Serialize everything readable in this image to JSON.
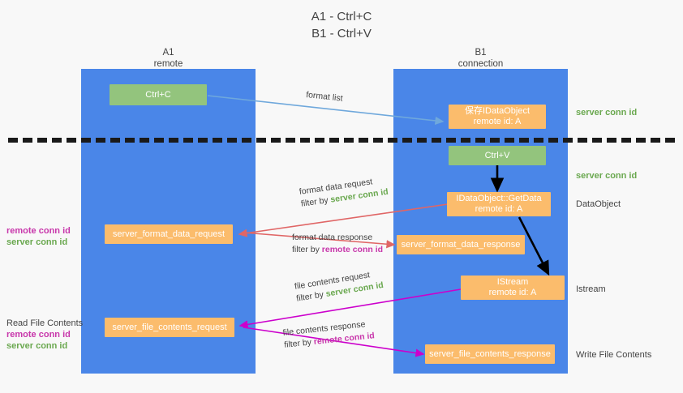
{
  "title": {
    "line1": "A1 - Ctrl+C",
    "line2": "B1 - Ctrl+V"
  },
  "columns": [
    {
      "name": "A1",
      "sub": "remote"
    },
    {
      "name": "B1",
      "sub": "connection"
    }
  ],
  "nodes": [
    {
      "id": "ctrl-c",
      "line1": "Ctrl+C",
      "line2": "",
      "color": "green"
    },
    {
      "id": "save-idataobject",
      "line1": "保存IDataObject",
      "line2": "remote id: A",
      "color": "orange"
    },
    {
      "id": "ctrl-v",
      "line1": "Ctrl+V",
      "line2": "",
      "color": "green"
    },
    {
      "id": "idataobject-getdata",
      "line1": "IDataObject::GetData",
      "line2": "remote id: A",
      "color": "orange"
    },
    {
      "id": "server-format-data-request",
      "line1": "server_format_data_request",
      "line2": "",
      "color": "orange"
    },
    {
      "id": "server-format-data-response",
      "line1": "server_format_data_response",
      "line2": "",
      "color": "orange"
    },
    {
      "id": "istream",
      "line1": "IStream",
      "line2": "remote id: A",
      "color": "orange"
    },
    {
      "id": "server-file-contents-request",
      "line1": "server_file_contents_request",
      "line2": "",
      "color": "orange"
    },
    {
      "id": "server-file-contents-response",
      "line1": "server_file_contents_response",
      "line2": "",
      "color": "orange"
    }
  ],
  "edge_labels": [
    {
      "id": "format-list",
      "line1": "format list",
      "prefix": "",
      "token": "",
      "suffix": ""
    },
    {
      "id": "format-data-request",
      "line1": "format data request",
      "prefix": "filter by ",
      "token": "server conn id",
      "token_color": "server"
    },
    {
      "id": "format-data-response",
      "line1": "format data response",
      "prefix": "filter by ",
      "token": "remote conn id",
      "token_color": "remote"
    },
    {
      "id": "file-contents-request",
      "line1": "file contents request",
      "prefix": "filter by ",
      "token": "server conn id",
      "token_color": "server"
    },
    {
      "id": "file-contents-response",
      "line1": "file contents response",
      "prefix": "filter by ",
      "token": "remote conn id",
      "token_color": "remote"
    }
  ],
  "side_labels": {
    "left_mid": {
      "remote": "remote conn id",
      "server": "server conn id"
    },
    "left_bottom": {
      "heading": "Read File Contents",
      "remote": "remote conn id",
      "server": "server conn id"
    },
    "right_top": "server conn id",
    "right_second": "server conn id",
    "right_dataobject": "DataObject",
    "right_istream": "Istream",
    "right_write_file": "Write File Contents"
  },
  "colors": {
    "lane": "#4a86e8",
    "green_node": "#93c47d",
    "orange_node": "#fbbc6c",
    "server_conn": "#6aa84f",
    "remote_conn": "#c837ab",
    "arrow_blue": "#6fa8dc",
    "arrow_red": "#e06666",
    "arrow_magenta": "#cc00cc",
    "arrow_black": "#000000",
    "text": "#434343",
    "background": "#f8f8f8"
  }
}
